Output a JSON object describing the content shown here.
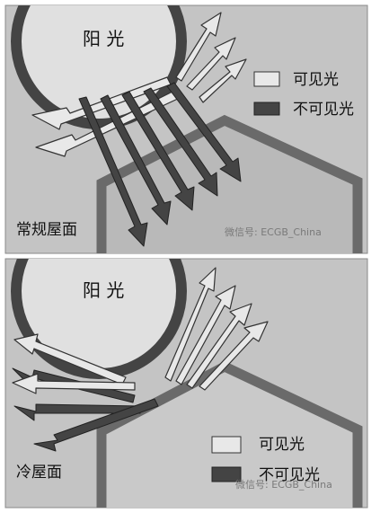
{
  "panels": [
    {
      "title": "常规屋面",
      "sun_label": "阳 光",
      "legend": {
        "visible_label": "可见光",
        "invisible_label": "不可见光"
      },
      "watermark": "微信号: ECGB_China"
    },
    {
      "title": "冷屋面",
      "sun_label": "阳 光",
      "legend": {
        "visible_label": "可见光",
        "invisible_label": "不可见光"
      },
      "watermark": "微信号: ECGB_China"
    }
  ],
  "colors": {
    "panel_bg": "#c4c4c4",
    "sun_fill": "#e0e0e0",
    "sun_outline": "#444444",
    "house_outline": "#6a6a6a",
    "visible_light": "#e8e8e8",
    "invisible_light": "#444444"
  }
}
